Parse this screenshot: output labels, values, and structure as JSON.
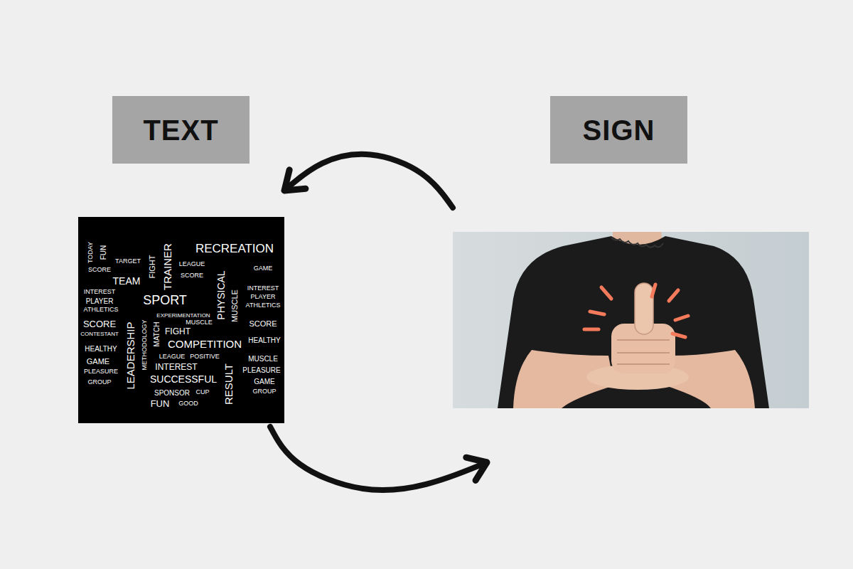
{
  "diagram": {
    "nodes": [
      {
        "text": [
          "TEXT"
        ]
      },
      {
        "text": [
          "SIGN"
        ]
      }
    ],
    "edges": [
      {
        "from": 1,
        "to": 0,
        "arrow": "to"
      },
      {
        "from": 0,
        "to": 1,
        "arrow": "to"
      }
    ],
    "labels": [
      "RECREATION",
      "TRAINER",
      "FIGHT",
      "TARGET",
      "TEAM",
      "LEAGUE",
      "SCORE",
      "GAME",
      "SCORE",
      "INTEREST",
      "PLAYER",
      "SPORT",
      "PHYSICAL",
      "MUSCLE",
      "INTEREST",
      "PLAYER",
      "ATHLETICS",
      "ATHLETICS",
      "EXPERIMENTATION",
      "SCORE",
      "SCORE",
      "MUSCLE",
      "FIGHT",
      "MATCH",
      "METHODOLOGY",
      "LEADERSHIP",
      "HEALTHY",
      "HEALTHY",
      "COMPETITION",
      "LEAGUE",
      "POSITIVE",
      "INTEREST",
      "SUCCESSFUL",
      "RESULT",
      "SPONSOR",
      "CUP",
      "FUN",
      "GOOD",
      "MUSCLE",
      "PLEASURE",
      "GAME",
      "GROUP",
      "PLEASURE",
      "GAME",
      "GROUP",
      "TODAY",
      "FUN",
      "CONTESTANT"
    ]
  }
}
